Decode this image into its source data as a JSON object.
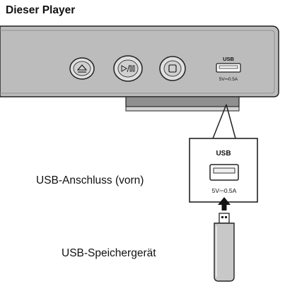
{
  "title": "Dieser Player",
  "callouts": {
    "usb_port_front": "USB-Anschluss (vorn)",
    "usb_storage_device": "USB-Speichergerät"
  },
  "player_panel": {
    "usb_label": "USB",
    "usb_rating": "5V⎓0.5A",
    "buttons": [
      {
        "name": "eject-button",
        "symbol": "⏏"
      },
      {
        "name": "play-pause-button",
        "symbol": "▷/❙❙"
      },
      {
        "name": "stop-button",
        "symbol": "□"
      }
    ]
  },
  "zoom_detail": {
    "usb_label": "USB",
    "usb_rating": "5V⎓0.5A"
  },
  "colors": {
    "panel_gray": "#bcbcbc",
    "panel_shadow": "#a6a6a6",
    "outline": "#222222",
    "usb_stick": "#c8c8c8"
  }
}
